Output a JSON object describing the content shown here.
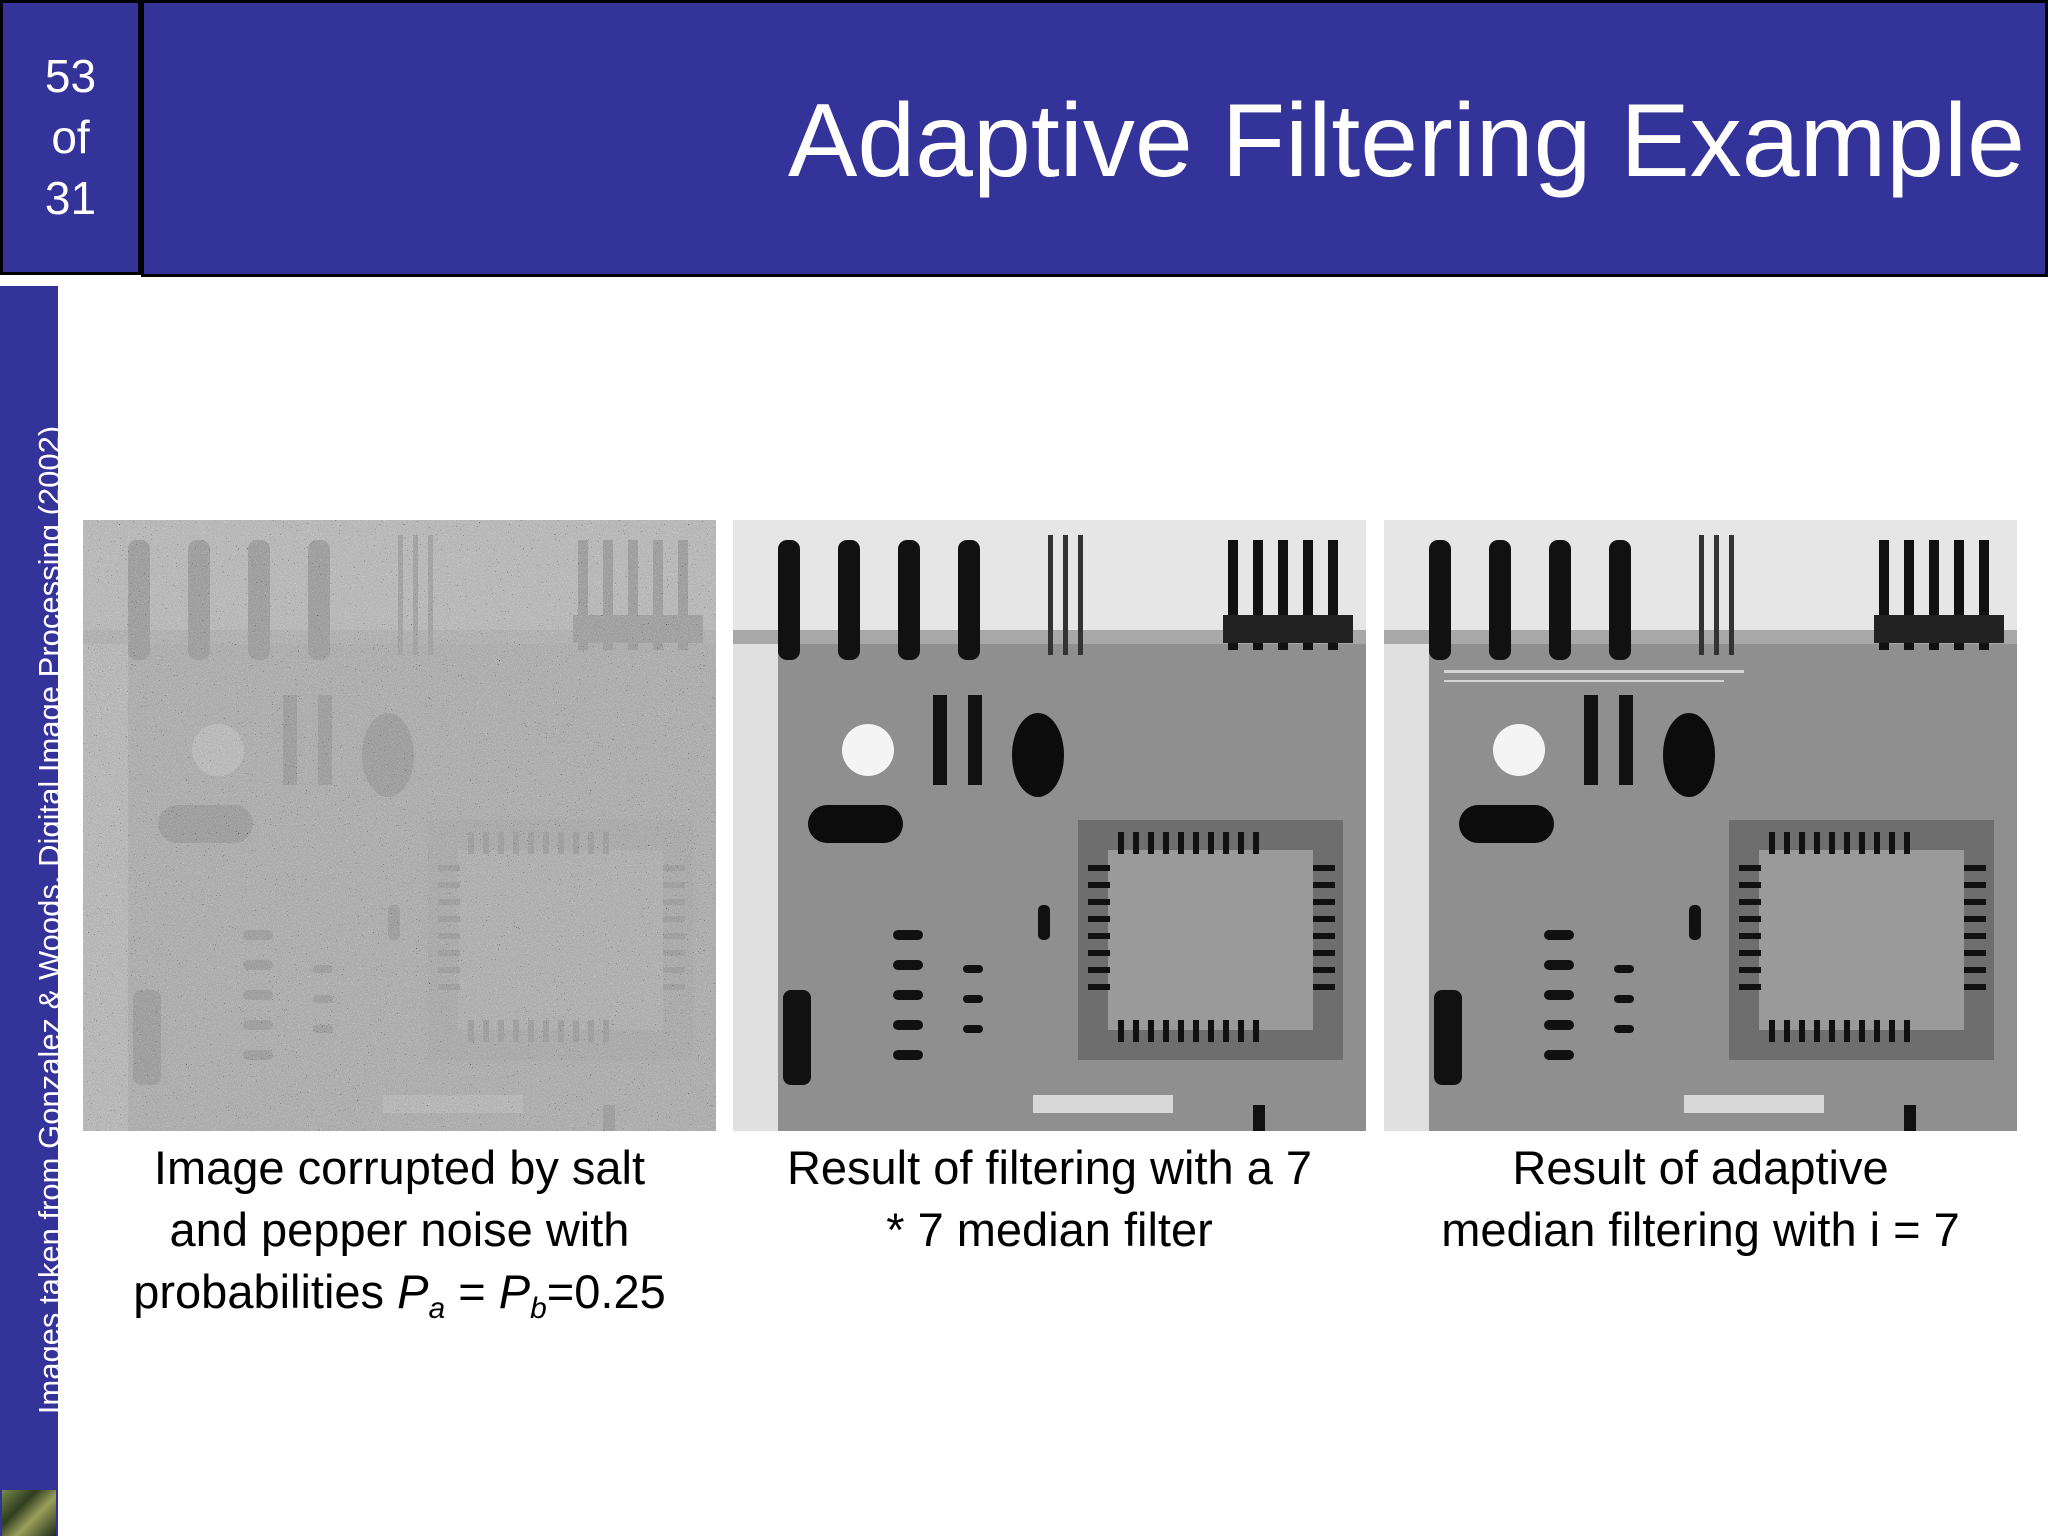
{
  "slide": {
    "number": "53",
    "of_label": "of",
    "total": "31",
    "title": "Adaptive Filtering Example",
    "side_note": "Images taken from Gonzalez & Woods, Digital Image Processing (2002)"
  },
  "figures": [
    {
      "caption_line1": "Image corrupted by salt",
      "caption_line2": "and pepper noise with",
      "caption_line3_prefix": "probabilities ",
      "var_a": "P",
      "sub_a": "a",
      "eq": " = ",
      "var_b": "P",
      "sub_b": "b",
      "value": "=0.25"
    },
    {
      "caption_line1": "Result of filtering with a 7",
      "caption_line2": "* 7 median filter"
    },
    {
      "caption_line1": "Result of adaptive",
      "caption_line2": "median filtering with i = 7"
    }
  ],
  "colors": {
    "header_bg": "#333399",
    "header_text": "#ffffff"
  }
}
